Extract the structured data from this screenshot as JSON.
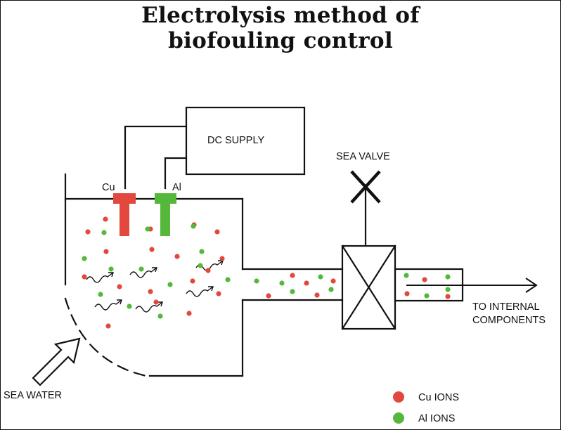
{
  "title": {
    "line1": "Electrolysis method of",
    "line2": "biofouling control"
  },
  "labels": {
    "dc_supply": "DC SUPPLY",
    "sea_valve": "SEA VALVE",
    "cu": "Cu",
    "al": "Al",
    "sea_water": "SEA WATER",
    "to_internal_line1": "TO INTERNAL",
    "to_internal_line2": "COMPONENTS"
  },
  "legend": [
    {
      "label": "Cu IONS",
      "color": "#e2483d"
    },
    {
      "label": "Al IONS",
      "color": "#55b83b"
    }
  ],
  "colors": {
    "cu": "#e2483d",
    "al": "#55b83b",
    "line": "#111111"
  },
  "icons": [
    "arrow-right-icon",
    "hollow-arrow-icon",
    "valve-cross-icon",
    "flow-arrow-icon"
  ]
}
